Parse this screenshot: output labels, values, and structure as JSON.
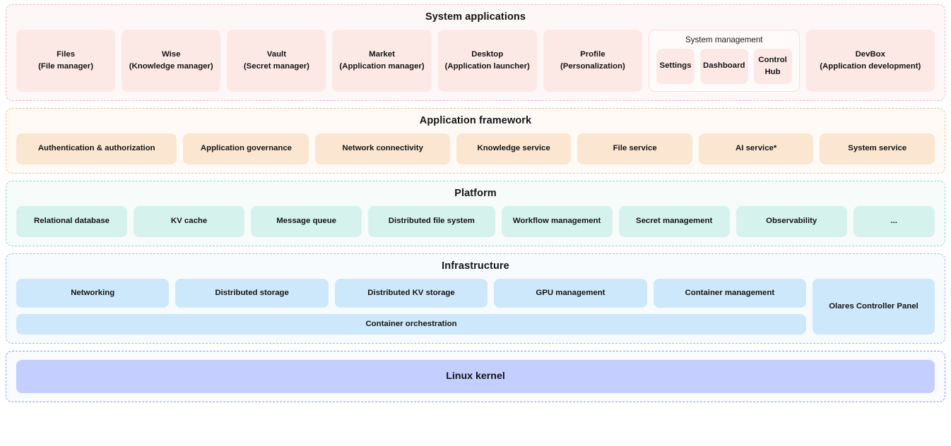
{
  "layers": [
    {
      "key": "system_applications",
      "title": "System applications",
      "accent": "#f6b9bd",
      "card_color": "#fce9e6",
      "apps": [
        {
          "name": "Files",
          "role": "(File manager)"
        },
        {
          "name": "Wise",
          "role": "(Knowledge manager)"
        },
        {
          "name": "Vault",
          "role": "(Secret manager)"
        },
        {
          "name": "Market",
          "role": "(Application manager)"
        },
        {
          "name": "Desktop",
          "role": "(Application launcher)"
        },
        {
          "name": "Profile",
          "role": "(Personalization)"
        }
      ],
      "system_management": {
        "title": "System management",
        "items": [
          "Settings",
          "Dashboard",
          "Control Hub"
        ]
      },
      "devbox": {
        "name": "DevBox",
        "role": "(Application development)"
      }
    },
    {
      "key": "application_framework",
      "title": "Application framework",
      "accent": "#f5c58c",
      "card_color": "#fbe6d2",
      "items": [
        "Authentication & authorization",
        "Application governance",
        "Network connectivity",
        "Knowledge service",
        "File service",
        "AI service*",
        "System service"
      ]
    },
    {
      "key": "platform",
      "title": "Platform",
      "accent": "#86d9d2",
      "card_color": "#d6f2ec",
      "items": [
        "Relational database",
        "KV cache",
        "Message queue",
        "Distributed  file system",
        "Workflow management",
        "Secret management",
        "Observability",
        "..."
      ]
    },
    {
      "key": "infrastructure",
      "title": "Infrastructure",
      "accent": "#9bbdf0",
      "card_color": "#cde7fb",
      "top_items": [
        "Networking",
        "Distributed storage",
        "Distributed KV storage",
        "GPU management",
        "Container management"
      ],
      "orchestration": "Container orchestration",
      "side_panel": "Olares Controller Panel"
    },
    {
      "key": "linux_kernel",
      "title": "",
      "accent": "#8c9cf0",
      "card_color": "#c4ceff",
      "item": "Linux kernel"
    }
  ]
}
